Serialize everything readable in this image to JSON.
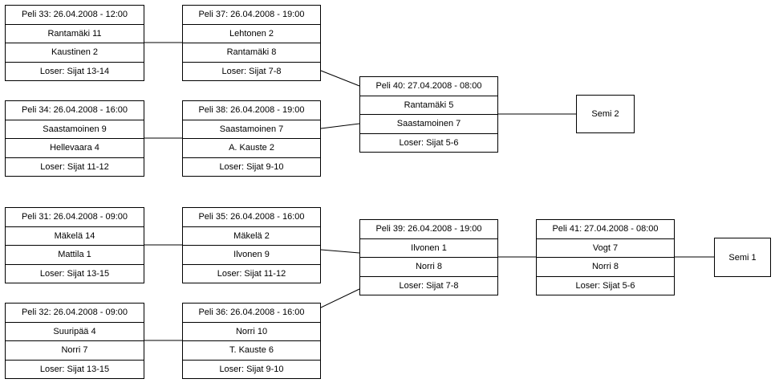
{
  "matches": [
    {
      "header": "Peli 33: 26.04.2008 - 12:00",
      "team1": "Rantamäki 11",
      "team2": "Kaustinen 2",
      "loser": "Loser: Sijat 13-14"
    },
    {
      "header": "Peli 37: 26.04.2008 - 19:00",
      "team1": "Lehtonen 2",
      "team2": "Rantamäki 8",
      "loser": "Loser: Sijat 7-8"
    },
    {
      "header": "Peli 34: 26.04.2008 - 16:00",
      "team1": "Saastamoinen 9",
      "team2": "Hellevaara 4",
      "loser": "Loser: Sijat 11-12"
    },
    {
      "header": "Peli 38: 26.04.2008 - 19:00",
      "team1": "Saastamoinen 7",
      "team2": "A. Kauste 2",
      "loser": "Loser: Sijat 9-10"
    },
    {
      "header": "Peli 40: 27.04.2008 - 08:00",
      "team1": "Rantamäki 5",
      "team2": "Saastamoinen 7",
      "loser": "Loser: Sijat 5-6"
    },
    {
      "header": "Peli 31: 26.04.2008 - 09:00",
      "team1": "Mäkelä 14",
      "team2": "Mattila 1",
      "loser": "Loser: Sijat 13-15"
    },
    {
      "header": "Peli 35: 26.04.2008 - 16:00",
      "team1": "Mäkelä 2",
      "team2": "Ilvonen 9",
      "loser": "Loser: Sijat 11-12"
    },
    {
      "header": "Peli 32: 26.04.2008 - 09:00",
      "team1": "Suuripää 4",
      "team2": "Norri 7",
      "loser": "Loser: Sijat 13-15"
    },
    {
      "header": "Peli 36: 26.04.2008 - 16:00",
      "team1": "Norri 10",
      "team2": "T. Kauste 6",
      "loser": "Loser: Sijat 9-10"
    },
    {
      "header": "Peli 39: 26.04.2008 - 19:00",
      "team1": "Ilvonen 1",
      "team2": "Norri 8",
      "loser": "Loser: Sijat 7-8"
    },
    {
      "header": "Peli 41: 27.04.2008 - 08:00",
      "team1": "Vogt 7",
      "team2": "Norri 8",
      "loser": "Loser: Sijat 5-6"
    }
  ],
  "semis": [
    {
      "label": "Semi 2"
    },
    {
      "label": "Semi 1"
    }
  ]
}
